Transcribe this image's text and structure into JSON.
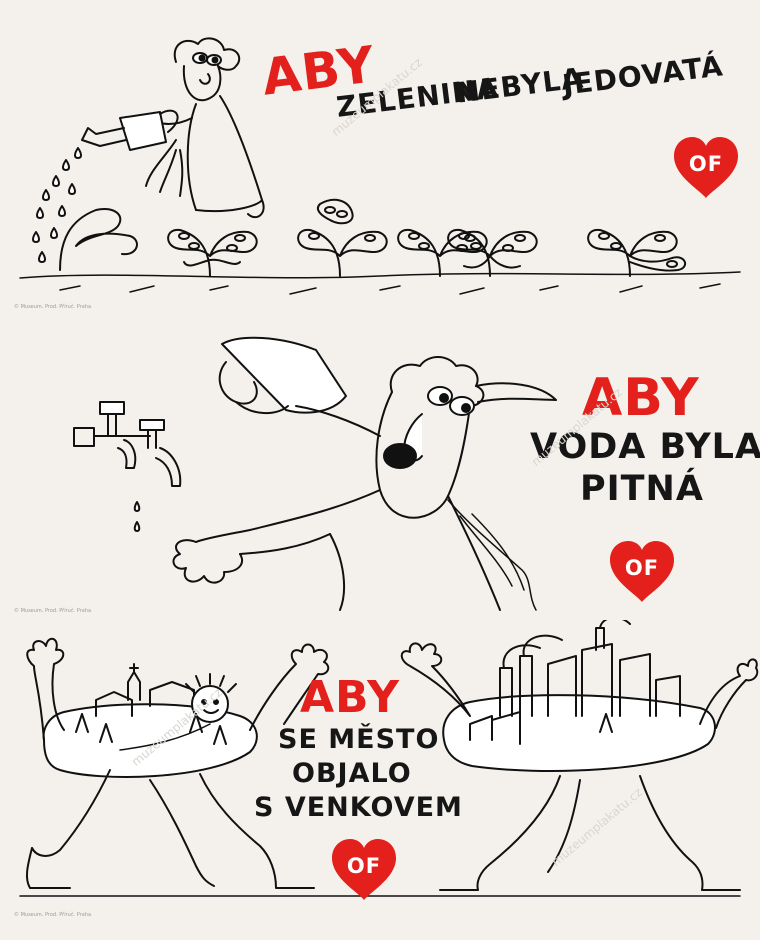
{
  "panels": [
    {
      "aby": "ABY",
      "lines": [
        "ZELENINA",
        "NEBYLA",
        "JEDOVATÁ"
      ],
      "badge": "OF",
      "credit": "© Museum, Prod. Příruč. Praha"
    },
    {
      "aby": "ABY",
      "lines": [
        "VODA BYLA",
        "PITNÁ"
      ],
      "badge": "OF",
      "credit": "© Museum, Prod. Příruč. Praha"
    },
    {
      "aby": "ABY",
      "lines": [
        "SE MĚSTO",
        "OBJALO",
        "S VENKOVEM"
      ],
      "badge": "OF",
      "credit": "© Museum, Prod. Příruč. Praha"
    }
  ],
  "watermark": "muzeumplakatu.cz",
  "colors": {
    "accent": "#e3201b",
    "ink": "#161616",
    "paper": "#f4f1ec"
  }
}
